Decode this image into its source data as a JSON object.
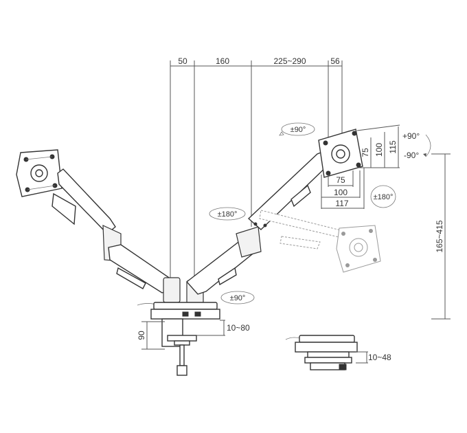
{
  "dimensions": {
    "top_1": "50",
    "top_2": "160",
    "top_3": "225~290",
    "top_4": "56",
    "vesa_vert_75": "75",
    "vesa_vert_100": "100",
    "vesa_vert_115": "115",
    "vesa_horiz_75": "75",
    "vesa_horiz_100": "100",
    "vesa_horiz_117": "117",
    "height_range": "165~415",
    "clamp_height": "90",
    "clamp_range": "10~80",
    "grommet_range": "10~48"
  },
  "rotations": {
    "tilt_up": "+90°",
    "tilt_down": "-90°",
    "swivel_top": "±90°",
    "rotate_right": "±180°",
    "rotate_arm": "±180°",
    "swivel_base": "±90°"
  }
}
